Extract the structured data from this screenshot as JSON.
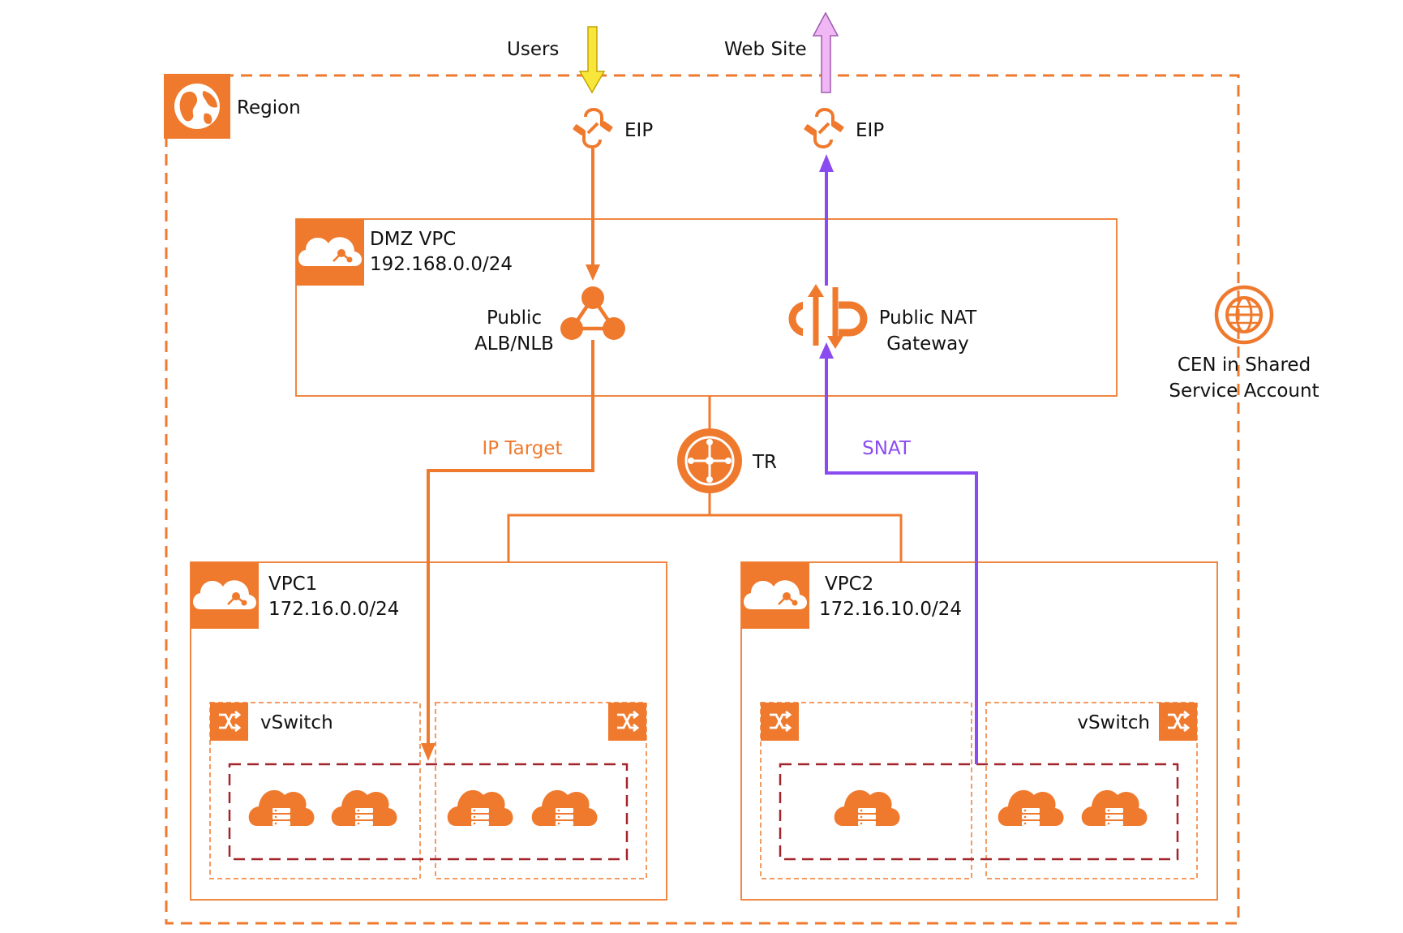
{
  "colors": {
    "orange": "#EF7A2E",
    "purple": "#8A4CF0",
    "dark_red": "#A3242B",
    "yellow": "#F8E73A",
    "pink": "#F1B7F5"
  },
  "external": {
    "users": "Users",
    "web_site": "Web Site",
    "eip_left": "EIP",
    "eip_right": "EIP"
  },
  "region": {
    "label": "Region",
    "icon": "globe-icon"
  },
  "dmz": {
    "name": "DMZ VPC",
    "cidr": "192.168.0.0/24",
    "alb_line1": "Public",
    "alb_line2": "ALB/NLB",
    "nat_line1": "Public NAT",
    "nat_line2": "Gateway"
  },
  "cen": {
    "line1": "CEN in Shared",
    "line2": "Service Account"
  },
  "tr": {
    "label": "TR"
  },
  "edges": {
    "ip_target": "IP Target",
    "snat": "SNAT"
  },
  "vpc1": {
    "name": "VPC1",
    "cidr": "172.16.0.0/24",
    "vswitch": "vSwitch"
  },
  "vpc2": {
    "name": "VPC2",
    "cidr": "172.16.10.0/24",
    "vswitch": "vSwitch"
  }
}
